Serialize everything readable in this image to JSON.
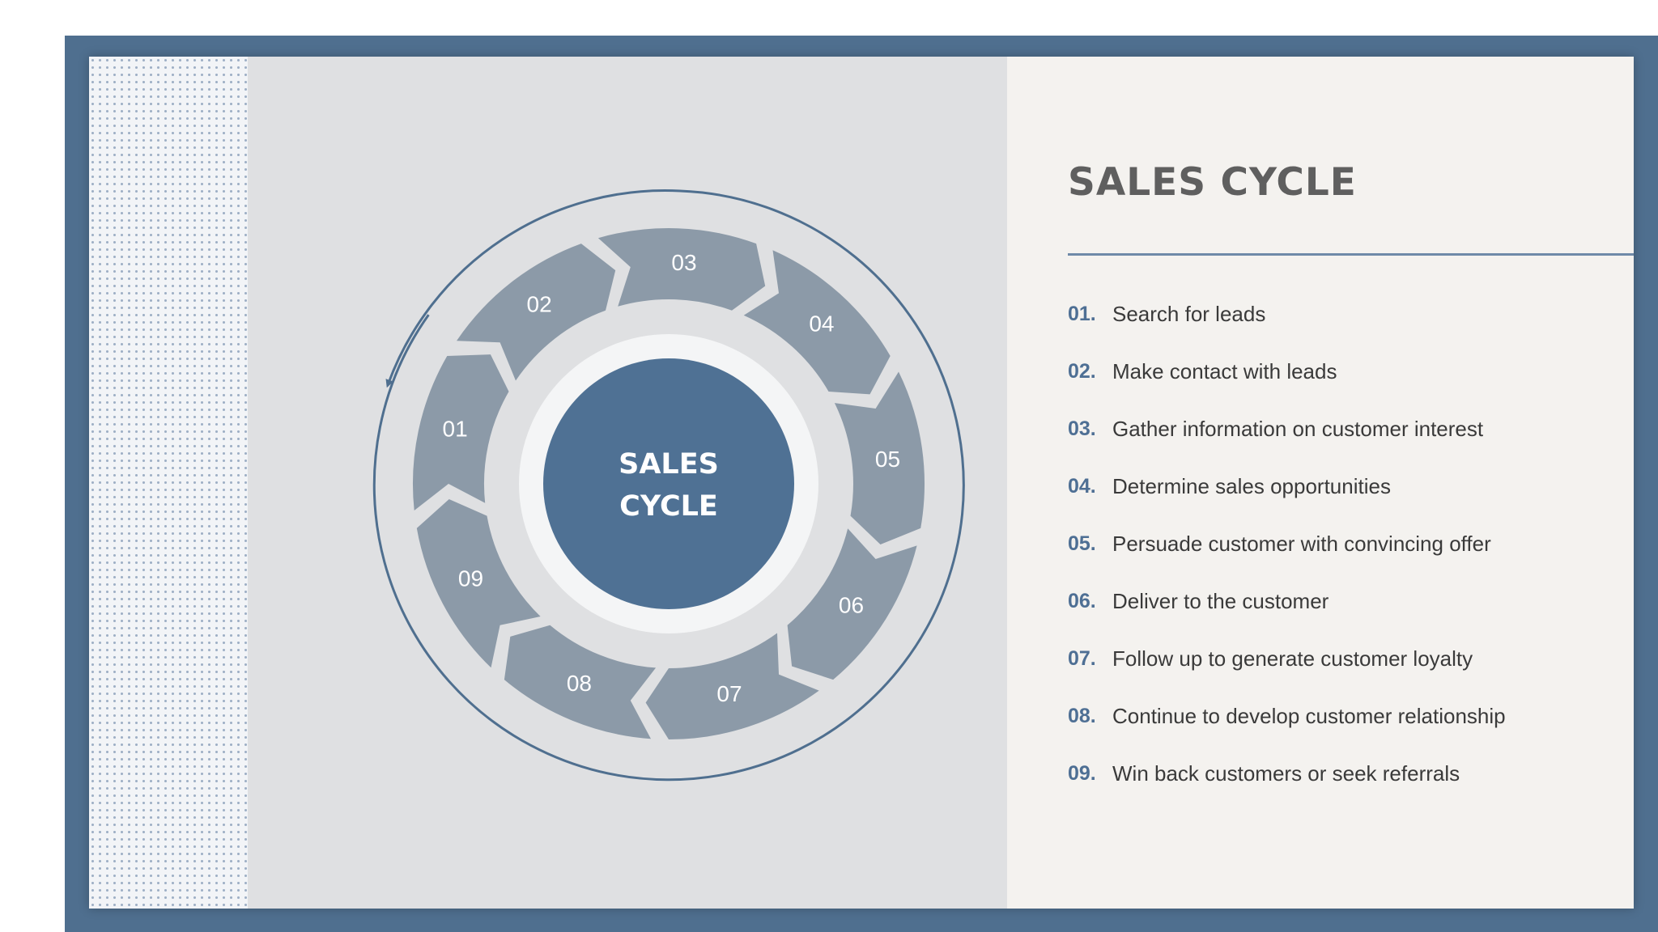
{
  "slide": {
    "title": "SALES CYCLE",
    "diagram": {
      "center_label_line1": "SALES",
      "center_label_line2": "CYCLE",
      "segments": [
        "01",
        "02",
        "03",
        "04",
        "05",
        "06",
        "07",
        "08",
        "09"
      ]
    },
    "steps": [
      {
        "num": "01.",
        "text": "Search for leads"
      },
      {
        "num": "02.",
        "text": "Make contact with leads"
      },
      {
        "num": "03.",
        "text": "Gather information on customer interest"
      },
      {
        "num": "04.",
        "text": "Determine sales opportunities"
      },
      {
        "num": "05.",
        "text": "Persuade customer with convincing offer"
      },
      {
        "num": "06.",
        "text": "Deliver to the customer"
      },
      {
        "num": "07.",
        "text": "Follow up to generate customer loyalty"
      },
      {
        "num": "08.",
        "text": "Continue to develop customer relationship"
      },
      {
        "num": "09.",
        "text": "Win back customers or seek referrals"
      }
    ],
    "colors": {
      "frame": "#4f6f8f",
      "center_circle": "#4f7194",
      "segment": "#8c9aa8",
      "step_number": "#4e6f94",
      "title": "#5f5f5f"
    }
  }
}
